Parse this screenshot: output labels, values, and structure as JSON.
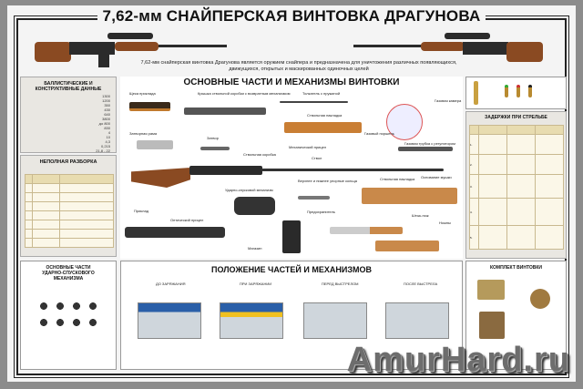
{
  "title": "7,62-мм СНАЙПЕРСКАЯ ВИНТОВКА ДРАГУНОВА",
  "description": "7,62-мм снайперская винтовка Драгунова является оружием снайпера и предназначена для уничтожения различных появляющихся, движущихся, открытых и маскированных одиночных целей",
  "left": {
    "ballistics_title": "БАЛЛИСТИЧЕСКИЕ И КОНСТРУКТИВНЫЕ ДАННЫЕ",
    "ballistics_values": [
      "1300",
      "1200",
      "350",
      "430",
      "640",
      "3800",
      "до 800",
      "830",
      "4",
      "10",
      "4,3",
      "0,215",
      "21,8 - 22"
    ],
    "disassembly_title": "НЕПОЛНАЯ РАЗБОРКА",
    "trigger_title": "ОСНОВНЫЕ ЧАСТИ УДАРНО-СПУСКОВОГО МЕХАНИЗМА"
  },
  "center": {
    "parts_title": "ОСНОВНЫЕ ЧАСТИ И МЕХАНИЗМЫ ВИНТОВКИ",
    "labels": [
      "Щека приклада",
      "Крышка ствольной коробки с возвратным механизмом",
      "Толкатель с пружиной",
      "Газовая камера",
      "Ствольная накладка",
      "Затворная рама",
      "Затвор",
      "Газовый поршень",
      "Газовая трубка с регулятором",
      "Ствольная коробка",
      "Механический прицел",
      "Ствол",
      "Приклад",
      "Ударно-спусковой механизм",
      "Верхнее и нижнее упорные кольца",
      "Основание мушки",
      "Оптический прицел",
      "Предохранитель",
      "Магазин",
      "Штык-нож",
      "Ножны"
    ],
    "positions_title": "ПОЛОЖЕНИЕ ЧАСТЕЙ И МЕХАНИЗМОВ",
    "positions": [
      "ДО ЗАРЯЖАНИЯ",
      "ПРИ ЗАРЯЖАНИИ",
      "ПЕРЕД ВЫСТРЕЛОМ",
      "ПОСЛЕ ВЫСТРЕЛА"
    ]
  },
  "right": {
    "delays_title": "ЗАДЕРЖКИ ПРИ СТРЕЛЬБЕ",
    "delay_rows": [
      "1.",
      "2.",
      "3.",
      "4.",
      "5."
    ],
    "kit_title": "КОМПЛЕКТ ВИНТОВКИ"
  },
  "watermark": "AmurHard.ru"
}
